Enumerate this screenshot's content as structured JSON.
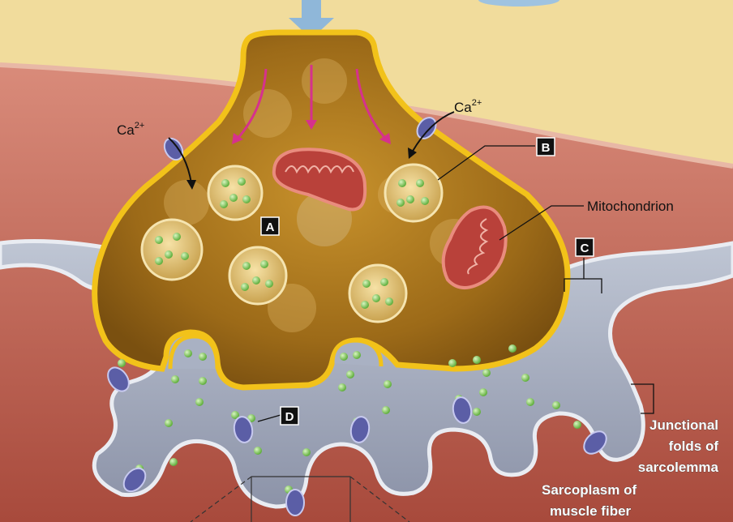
{
  "labels": {
    "ca_left": "Ca",
    "ca_left_sup": "2+",
    "ca_right": "Ca",
    "ca_right_sup": "2+",
    "mitochondrion": "Mitochondrion",
    "junctional_line1": "Junctional",
    "junctional_line2": "folds of",
    "junctional_line3": "sarcolemma",
    "sarcoplasm_line1": "Sarcoplasm of",
    "sarcoplasm_line2": "muscle fiber"
  },
  "markers": {
    "a": "A",
    "b": "B",
    "c": "C",
    "d": "D"
  },
  "colors": {
    "background_top": "#f1dc9c",
    "muscle": "#c2685a",
    "terminal_fill": "#9c6a18",
    "terminal_border": "#f2c21a",
    "cleft": "#a9b1c3",
    "mitochondrion": "#b9413a",
    "vesicle": "#e2c375",
    "neurotransmitter": "#8fd06a",
    "receptor": "#5b5ea6",
    "arrow_pink": "#d6318c",
    "signal_arrow": "#8fb7d9"
  }
}
